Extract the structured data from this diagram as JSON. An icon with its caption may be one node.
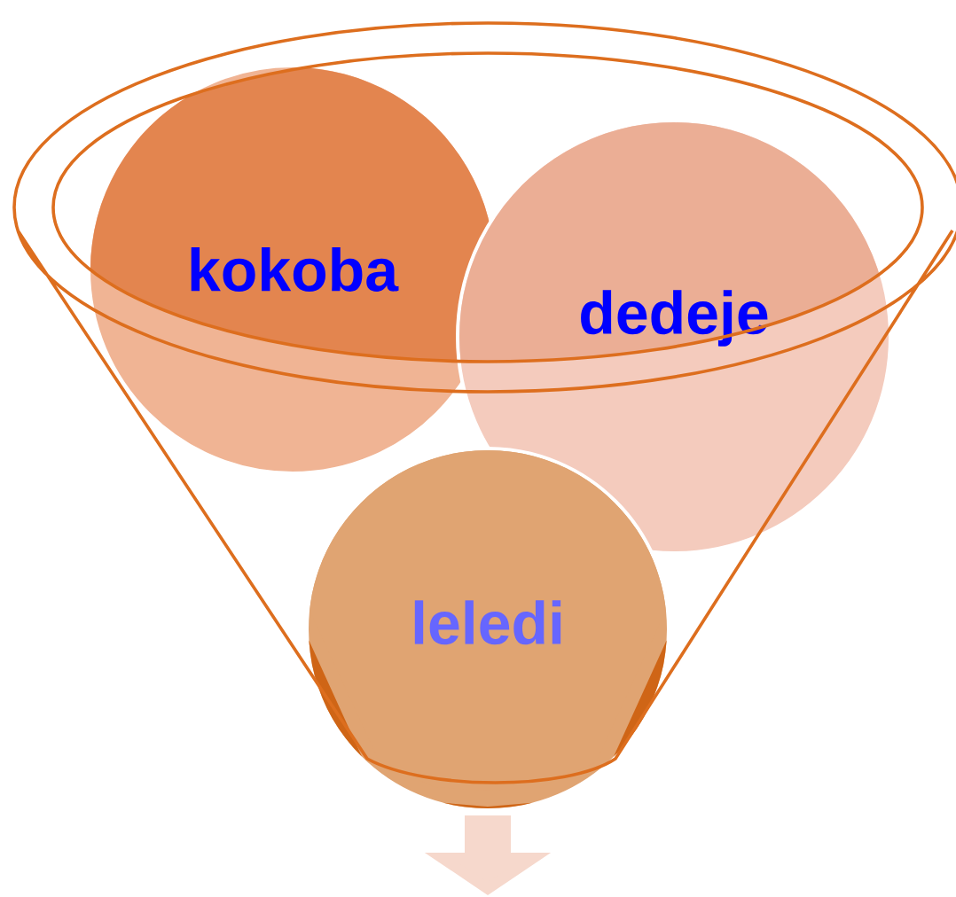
{
  "diagram": {
    "nodes": [
      {
        "text": [
          "kokoba"
        ]
      },
      {
        "text": [
          "dedeje"
        ]
      },
      {
        "text": [
          "leledi"
        ]
      }
    ]
  }
}
